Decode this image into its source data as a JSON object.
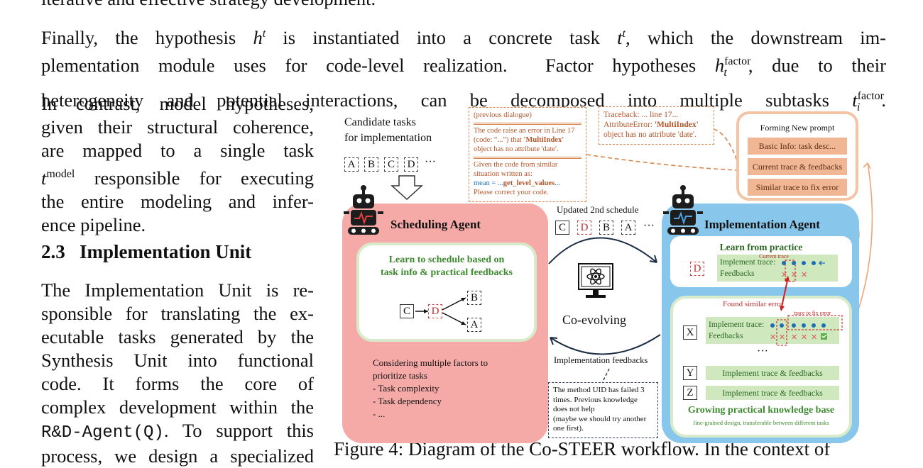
{
  "text": {
    "cut_line": "iterative and effective strategy development.",
    "p1": [
      "Finally, the hypothesis hᵗ is instantiated into a concrete task tᵗ, which the downstream im-",
      "plementation module uses for code-level realization.  Factor hypotheses h_t^factor, due to their",
      "heterogeneity and potential interactions, can be decomposed into multiple subtasks t_i^factor."
    ],
    "p2": [
      "In contrast, model hypotheses,",
      "given their structural coherence,",
      "are mapped to a single task",
      "t^model responsible for executing",
      "the entire modeling and infer-",
      "ence pipeline."
    ],
    "section_number": "2.3",
    "section_title": "Implementation Unit",
    "p3": [
      "The Implementation Unit is re-",
      "sponsible for translating the ex-",
      "ecutable tasks generated by the",
      "Synthesis Unit into functional",
      "code.   It forms the core of",
      "complex development within the",
      "R&D-Agent(Q). To support this",
      "process, we design a specialized"
    ],
    "caption": "Figure 4: Diagram of the Co-STEER workflow. In the context of"
  },
  "figure": {
    "candidate_title": [
      "Candidate tasks",
      "for implementation"
    ],
    "candidate_tasks": [
      "A",
      "B",
      "C",
      "D"
    ],
    "ellipsis": "···",
    "dialogue_note": {
      "l1": "(previous dialogue)",
      "l2": "The code raise an error in Line 17",
      "l3a": "(code: “...”) that ",
      "l3b": "'MultiIndex'",
      "l4": "object has no attribute 'date'.",
      "l5": "Given the code from similar",
      "l6": "situation written as:",
      "l7a": "mean = ...",
      "l7b": "get_level_values",
      "l7c": "...",
      "l8": "Please correct your code."
    },
    "traceback_note": {
      "l1": "Traceback: ... line 17...",
      "l2a": "AttributeError: ",
      "l2b": "'MultiIndex'",
      "l3": "object has no attribute 'date'."
    },
    "prompt_panel": {
      "title": "Forming New prompt",
      "items": [
        "Basic Info: task desc...",
        "Current trace & feedbacks",
        "Similar trace to fix error"
      ]
    },
    "updated_schedule_label": "Updated 2nd schedule",
    "updated_schedule": [
      "C",
      "D",
      "B",
      "A"
    ],
    "scheduling": {
      "title": "Scheduling Agent",
      "learn": [
        "Learn to schedule based on",
        "task info & practical feedbacks"
      ],
      "graph": {
        "c": "C",
        "d": "D",
        "b": "B",
        "a": "A"
      },
      "considering": [
        "Considering multiple factors to",
        "prioritize tasks",
        "- Task complexity",
        "- Task dependency",
        "- ..."
      ]
    },
    "center": {
      "co_evolving": "Co-evolving",
      "feedback_label": "Implementation feedbacks",
      "feedback_note": [
        "The method UID has failed 3",
        "times. Previous knowledge",
        "does not help",
        "(maybe we should try another",
        "one first)."
      ]
    },
    "implementation": {
      "title": "Implementation Agent",
      "learn_title": "Learn from practice",
      "task_d": "D",
      "current_trace_label": "Current trace",
      "implement_trace": "Implement trace:",
      "feedbacks": "Feedbacks",
      "found_similar": "Found similar error",
      "trace_to_fix": "trace to fix error",
      "task_x": "X",
      "task_y": "Y",
      "task_z": "Z",
      "band_text": "Implement trace & feedbacks",
      "kb_title": "Growing practical knowledge base",
      "kb_sub": "fine-grained design, transferable between different tasks"
    },
    "colors": {
      "red": "#f6aaa8",
      "blue": "#88c6eb",
      "green": "#3d8b2f",
      "orange": "#d9844a",
      "dot": "#1a6fb5",
      "cross": "#e05a5a"
    }
  }
}
